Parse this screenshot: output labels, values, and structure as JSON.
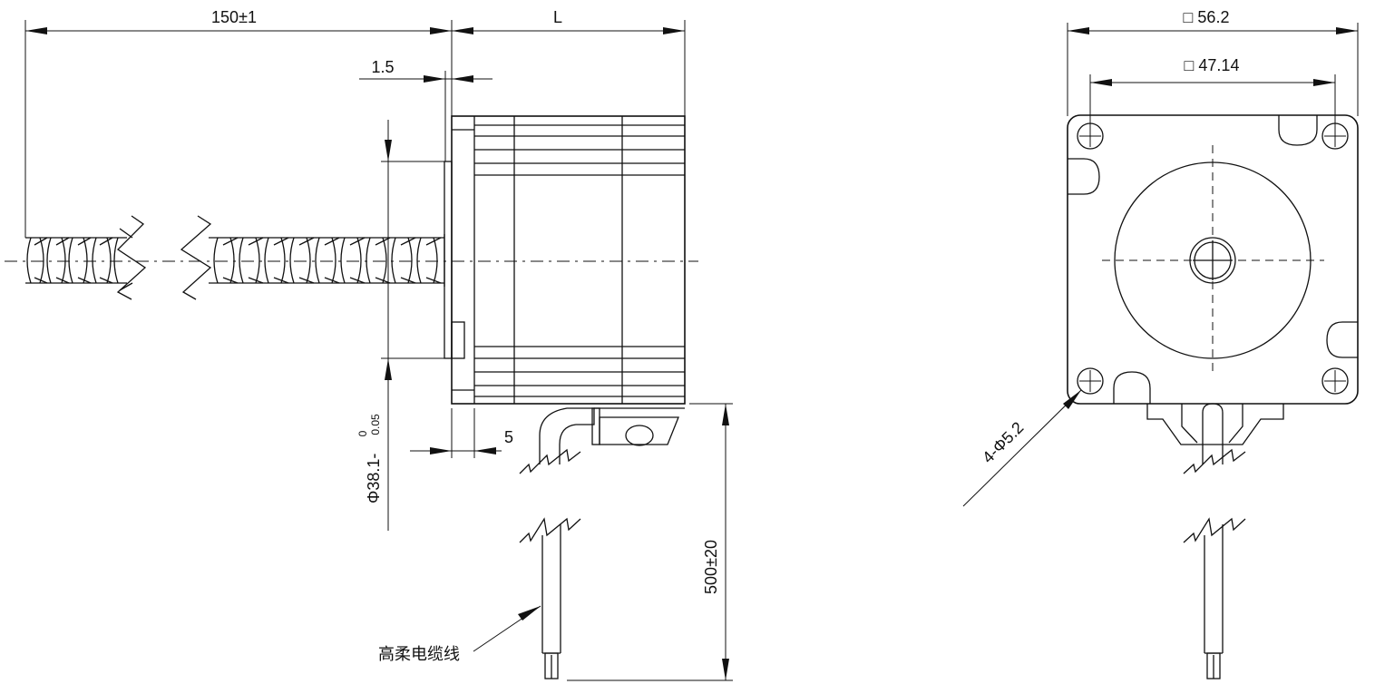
{
  "side_view": {
    "screw_length": "150±1",
    "body_length": "L",
    "flange_thickness": "1.5",
    "pilot_diameter": "Φ38.1-",
    "pilot_tol_upper": "0",
    "pilot_tol_lower": "0.05",
    "pilot_offset": "5",
    "cable_length": "500±20",
    "cable_callout": "高柔电缆线"
  },
  "front_view": {
    "flange_outer": "□ 56.2",
    "hole_spacing": "□ 47.14",
    "mount_holes": "4-Φ5.2"
  }
}
